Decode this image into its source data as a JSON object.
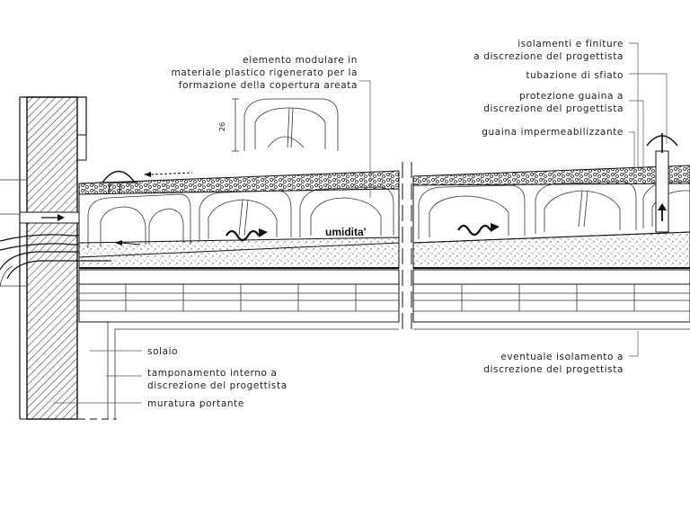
{
  "labels": {
    "modular_element": [
      "elemento modulare in",
      "materiale plastico rigenerato per la",
      "formazione della copertura areata"
    ],
    "insulation_finishes": [
      "isolamenti e finiture",
      "a discrezione del progettista"
    ],
    "vent_pipe": "tubazione di sfiato",
    "membrane_protection": [
      "protezione guaina a",
      "discrezione del progettista"
    ],
    "waterproof_membrane": "guaina impermeabilizzante",
    "slab": "solaio",
    "internal_wall": [
      "tamponamento interno a",
      "discrezione del progettista"
    ],
    "load_bearing_wall": "muratura portante",
    "optional_insulation": [
      "eventuale isolamento a",
      "discrezione del progettista"
    ],
    "humidity": "umidita'",
    "dimension": "26"
  },
  "colors": {
    "line": "#111111",
    "hatch": "#444444",
    "leader": "#555555"
  }
}
